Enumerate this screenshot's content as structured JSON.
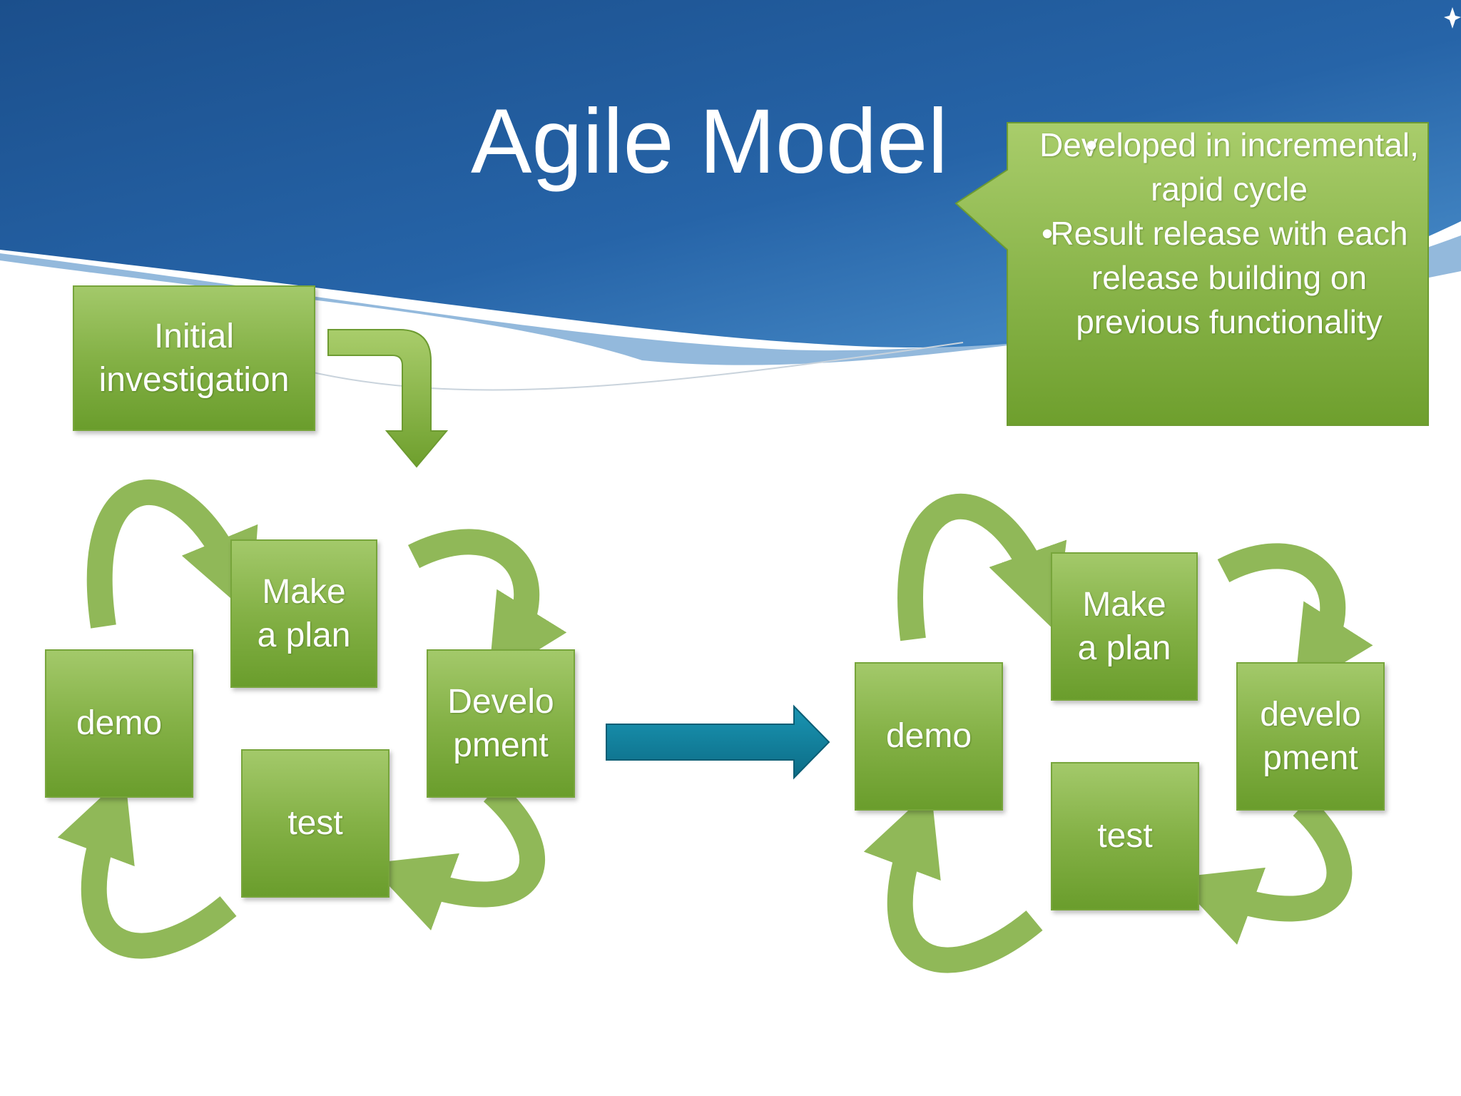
{
  "slide": {
    "title": "Agile Model"
  },
  "callout": {
    "bullets": [
      "Developed in incremental, rapid cycle",
      "Result release with each release building on previous functionality"
    ]
  },
  "start_box": {
    "label": "Initial investigation"
  },
  "cycles": [
    {
      "plan": "Make a plan",
      "development": "Develo pment",
      "test": "test",
      "demo": "demo"
    },
    {
      "plan": "Make a plan",
      "development": "develo pment",
      "test": "test",
      "demo": "demo"
    }
  ],
  "colors": {
    "header_blue": "#1e5a9c",
    "box_green": "#84b146",
    "connector_teal": "#13829e"
  }
}
